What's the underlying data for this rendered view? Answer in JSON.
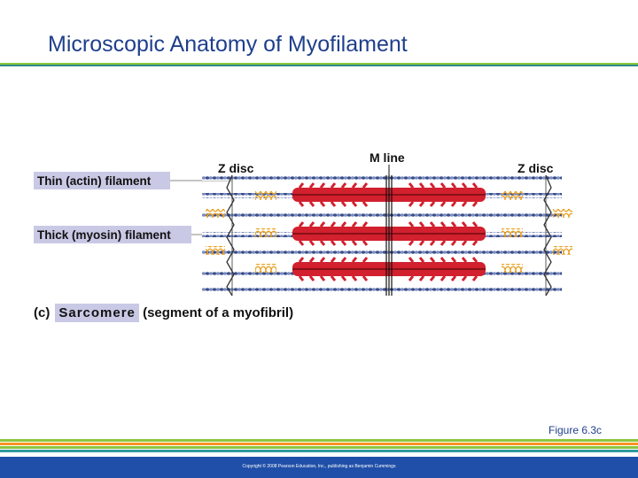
{
  "slide": {
    "title": "Microscopic Anatomy of Myofilament",
    "figure_ref": "Figure 6.3c",
    "copyright": "Copyright © 2008 Pearson Education, Inc., publishing as Benjamin Cummings"
  },
  "diagram": {
    "labels": {
      "z_disc_left": "Z disc",
      "m_line": "M line",
      "z_disc_right": "Z disc",
      "thin_filament": "Thin (actin) filament",
      "thick_filament": "Thick (myosin) filament"
    },
    "caption": {
      "letter": "(c)",
      "highlight": "Sarcomere",
      "rest": "(segment of a myofibril)"
    }
  },
  "colors": {
    "title": "#1f3f8c",
    "myosin": "#d2202e",
    "actin": "#3c4f8a",
    "label_bg": "#c9c9e6",
    "footer": "#1f4fa8",
    "rule_green": "#8cc63f",
    "rule_orange": "#f7941d"
  }
}
